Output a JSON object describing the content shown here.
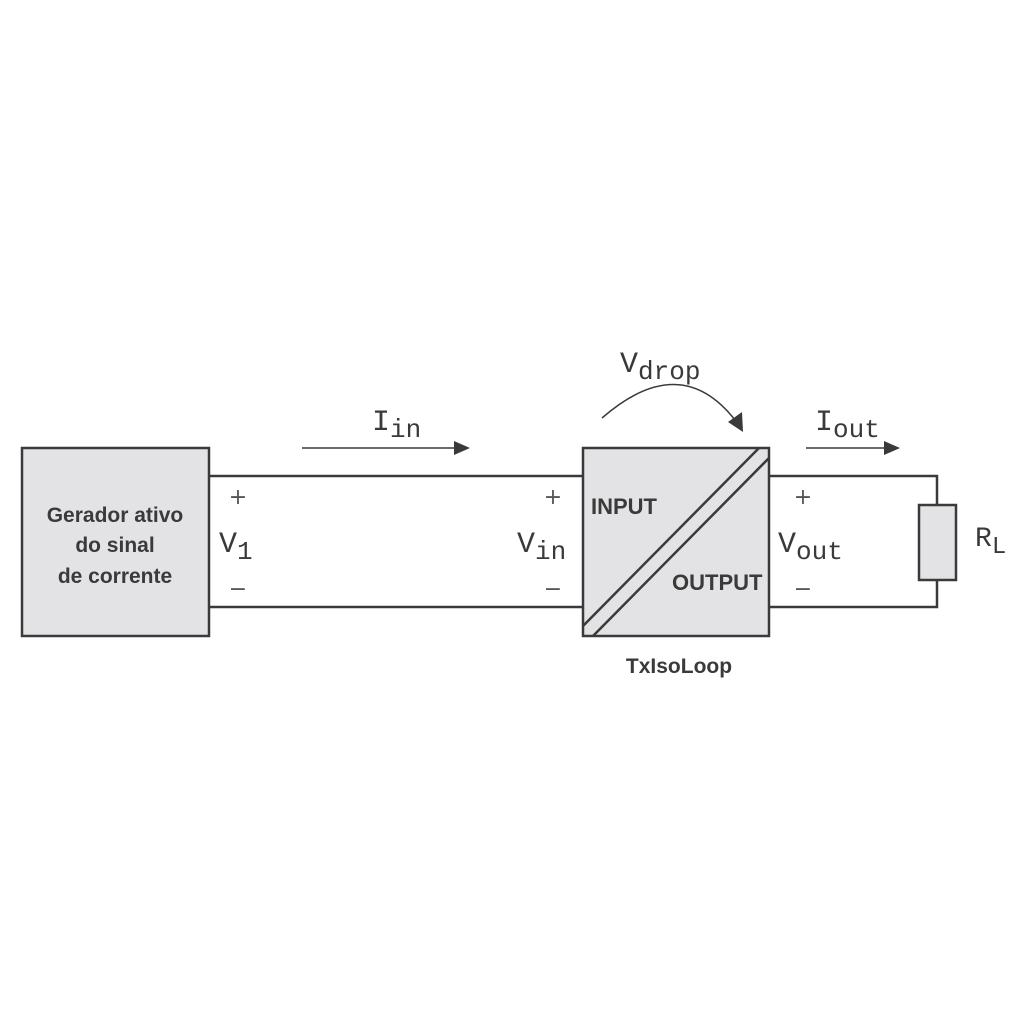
{
  "generator": {
    "line1": "Gerador ativo",
    "line2": "do sinal",
    "line3": "de corrente"
  },
  "v1": {
    "base": "V",
    "sub": "1"
  },
  "vin": {
    "base": "V",
    "sub": "in"
  },
  "vout": {
    "base": "V",
    "sub": "out"
  },
  "vdrop": {
    "base": "V",
    "sub": "drop"
  },
  "iin": {
    "base": "I",
    "sub": "in"
  },
  "iout": {
    "base": "I",
    "sub": "out"
  },
  "rl": {
    "base": "R",
    "sub": "L"
  },
  "isolator": {
    "input_label": "INPUT",
    "output_label": "OUTPUT",
    "name": "TxIsoLoop"
  },
  "polarity": {
    "plus": "+",
    "minus": "−"
  }
}
